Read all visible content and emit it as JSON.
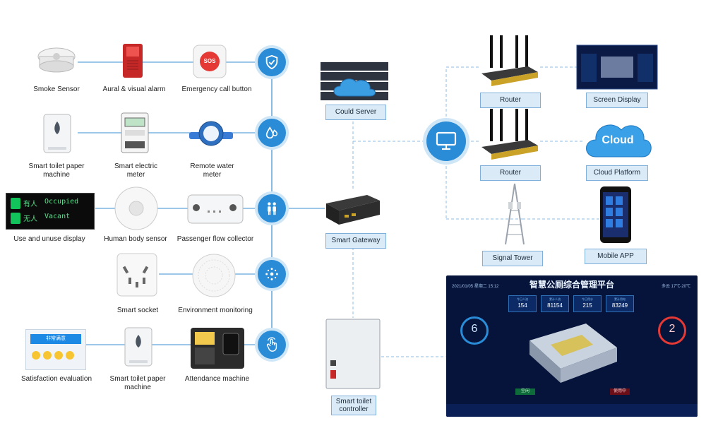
{
  "labels": {
    "smoke_sensor": "Smoke Sensor",
    "aural_alarm": "Aural & visual alarm",
    "emergency_button": "Emergency call button",
    "toilet_paper_1": "Smart toilet paper machine",
    "electric_meter": "Smart electric meter",
    "water_meter": "Remote water meter",
    "occupancy_display": "Use and unuse display",
    "body_sensor": "Human body sensor",
    "flow_collector": "Passenger flow collector",
    "smart_socket": "Smart socket",
    "env_monitoring": "Environment monitoring",
    "satisfaction": "Satisfaction evaluation",
    "toilet_paper_2": "Smart toilet paper machine",
    "attendance": "Attendance machine"
  },
  "tags": {
    "cloud_server": "Could Server",
    "smart_gateway": "Smart Gateway",
    "toilet_controller": "Smart toilet controller",
    "router_1": "Router",
    "router_2": "Router",
    "screen_display": "Screen Display",
    "cloud_platform": "Cloud Platform",
    "signal_tower": "Signal Tower",
    "mobile_app": "Mobile APP"
  },
  "device_text": {
    "sos": "SOS",
    "cloud_word": "Cloud",
    "occupied_cn": "有人",
    "occupied_en": "Occupied",
    "vacant_cn": "无人",
    "vacant_en": "Vacant",
    "satisfaction_cn": "非常满意"
  },
  "dashboard": {
    "title": "智慧公厕综合管理平台",
    "date": "2021/01/05  星期二  15:12",
    "weather": "多云  17℃-20℃",
    "stats": [
      {
        "label": "今日人流",
        "value": "154"
      },
      {
        "label": "累计人流",
        "value": "81154"
      },
      {
        "label": "今日用水",
        "value": "215"
      },
      {
        "label": "累计用电",
        "value": "83249"
      }
    ],
    "left_count": "6",
    "right_count": "2",
    "status_left": "空闲",
    "status_right": "使用中"
  },
  "colors": {
    "hub_blue": "#2a8bd6",
    "tag_fill": "#dbeaf7",
    "line_blue": "#3b8fd3",
    "dashboard_bg": "#06133a"
  },
  "icons": {
    "hub_1": "shield-check-icon",
    "hub_2": "water-drop-icon",
    "hub_3": "people-icon",
    "hub_4": "dots-icon",
    "hub_5": "touch-icon",
    "monitor": "monitor-icon"
  }
}
